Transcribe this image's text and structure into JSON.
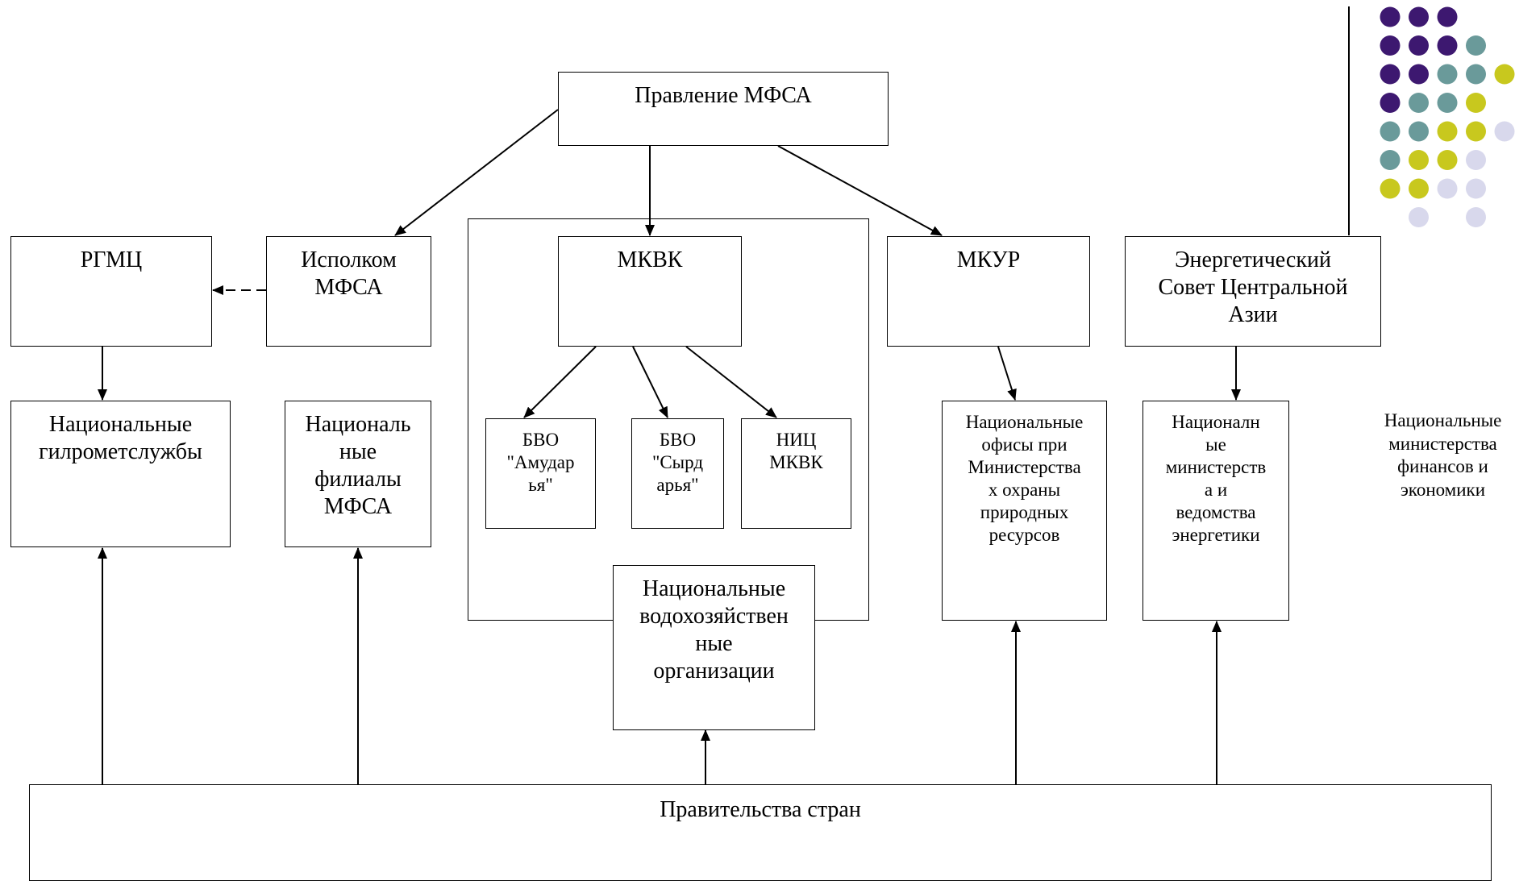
{
  "diagram": {
    "boxes": {
      "pravlenie": "Правление МФСА",
      "rgmc": "РГМЦ",
      "ispolkom": "Исполком\nМФСА",
      "mkvk": "МКВК",
      "mkur": "МКУР",
      "energo_council": "Энергетический\nСовет Центральной\nАзии",
      "nat_hydromet": "Национальные\nгилрометслужбы",
      "nat_filialy": "Националь\nные\nфилиалы\nМФСА",
      "bvo_amu": "БВО\n\"Амудар\nья\"",
      "bvo_syr": "БВО\n\"Сырд\nарья\"",
      "nic_mkvk": "НИЦ\nМКВК",
      "nat_water_org": "Национальные\nводохозяйствен\nные\nорганизации",
      "nat_offices": "Национальные\nофисы при\nМинистерства\nх охраны\nприродных\nресурсов",
      "nat_energy_ministries": "Националн\nые\nминистерств\nа и\nведомства\nэнергетики",
      "governments": "Правительства стран"
    },
    "labels": {
      "finance_ministries": "Национальные\nминистерства\nфинансов и\nэкономики"
    }
  },
  "decor": {
    "colors": {
      "purple": "#3d1870",
      "teal": "#6a9a9a",
      "yellow": "#c8c81e",
      "lavender": "#d8d8ec"
    },
    "dot_rows": [
      [
        "purple",
        "purple",
        "purple",
        "",
        ""
      ],
      [
        "purple",
        "purple",
        "purple",
        "teal",
        ""
      ],
      [
        "purple",
        "purple",
        "teal",
        "teal",
        "yellow"
      ],
      [
        "purple",
        "teal",
        "teal",
        "yellow",
        ""
      ],
      [
        "teal",
        "teal",
        "yellow",
        "yellow",
        "lavender"
      ],
      [
        "teal",
        "yellow",
        "yellow",
        "lavender",
        ""
      ],
      [
        "yellow",
        "yellow",
        "lavender",
        "lavender",
        ""
      ],
      [
        "",
        "lavender",
        "",
        "lavender",
        ""
      ]
    ]
  }
}
